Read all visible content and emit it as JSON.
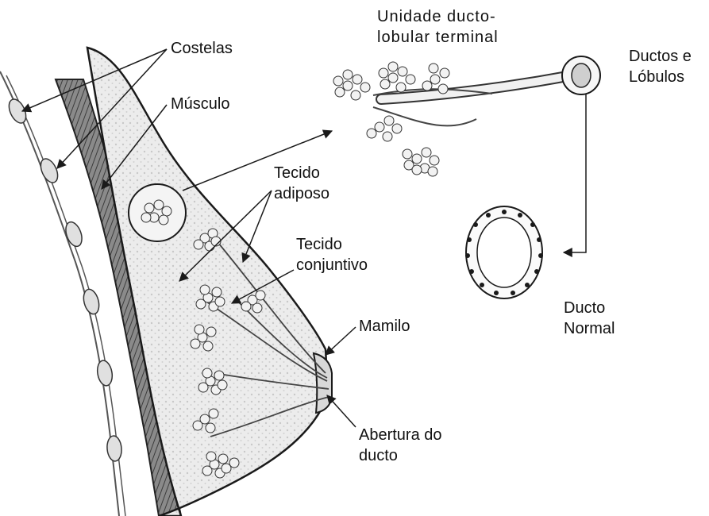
{
  "colors": {
    "ink": "#1a1a1a",
    "tissue_fill": "#e9e9e9",
    "muscle_fill": "#6e6e6e",
    "background": "#ffffff"
  },
  "labels": {
    "costelas": "Costelas",
    "musculo": "Músculo",
    "unidade_line1": "Unidade ducto-",
    "unidade_line2": "lobular terminal",
    "ductos_line1": "Ductos e",
    "ductos_line2": "Lóbulos",
    "tecido_adiposo_line1": "Tecido",
    "tecido_adiposo_line2": "adiposo",
    "tecido_conjuntivo_line1": "Tecido",
    "tecido_conjuntivo_line2": "conjuntivo",
    "mamilo": "Mamilo",
    "ducto_normal_line1": "Ducto",
    "ducto_normal_line2": "Normal",
    "abertura_line1": "Abertura do",
    "abertura_line2": "ducto"
  }
}
